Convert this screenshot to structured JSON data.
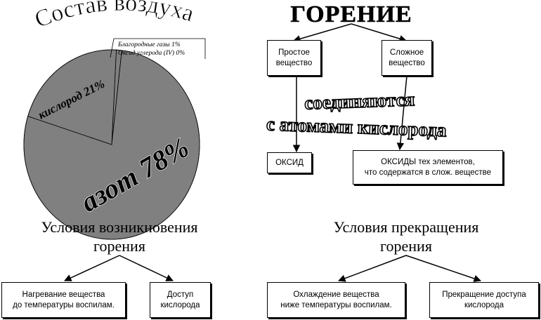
{
  "air": {
    "title": "Состав воздуха",
    "noble_gases_label": "Благородные газы 1%",
    "co2_label": "Оксид углерода (IV) 0%",
    "oxygen_label": "кислород 21%",
    "nitrogen_label": "азот 78%"
  },
  "chart_data": {
    "type": "pie",
    "title": "Состав воздуха",
    "slices": [
      {
        "label": "азот 78%",
        "value": 78
      },
      {
        "label": "кислород 21%",
        "value": 21
      },
      {
        "label": "Благородные газы 1%",
        "value": 1
      },
      {
        "label": "Оксид углерода (IV) 0%",
        "value": 0
      }
    ],
    "colors": {
      "fill": "#808080",
      "stroke": "#000000"
    }
  },
  "combustion": {
    "title": "ГОРЕНИЕ",
    "simple_substance": "Простое\nвещество",
    "complex_substance": "Сложное\nвещество",
    "connector_line1": "соединяются",
    "connector_line2": "с атомами кислорода",
    "oxide": "ОКСИД",
    "oxides_of_elements": "ОКСИДЫ тех элементов,\nчто содержатся в слож. веществе"
  },
  "conditions_start": {
    "title": "Условия возникновения\nгорения",
    "heating": "Нагревание вещества\nдо температуры воспилам.",
    "oxygen_access": "Доступ\nкислорода"
  },
  "conditions_stop": {
    "title": "Условия прекращения\nгорения",
    "cooling": "Охлаждение вещества\nниже температуры воспилам.",
    "stop_oxygen": "Прекращение доступа\nкислорода"
  }
}
